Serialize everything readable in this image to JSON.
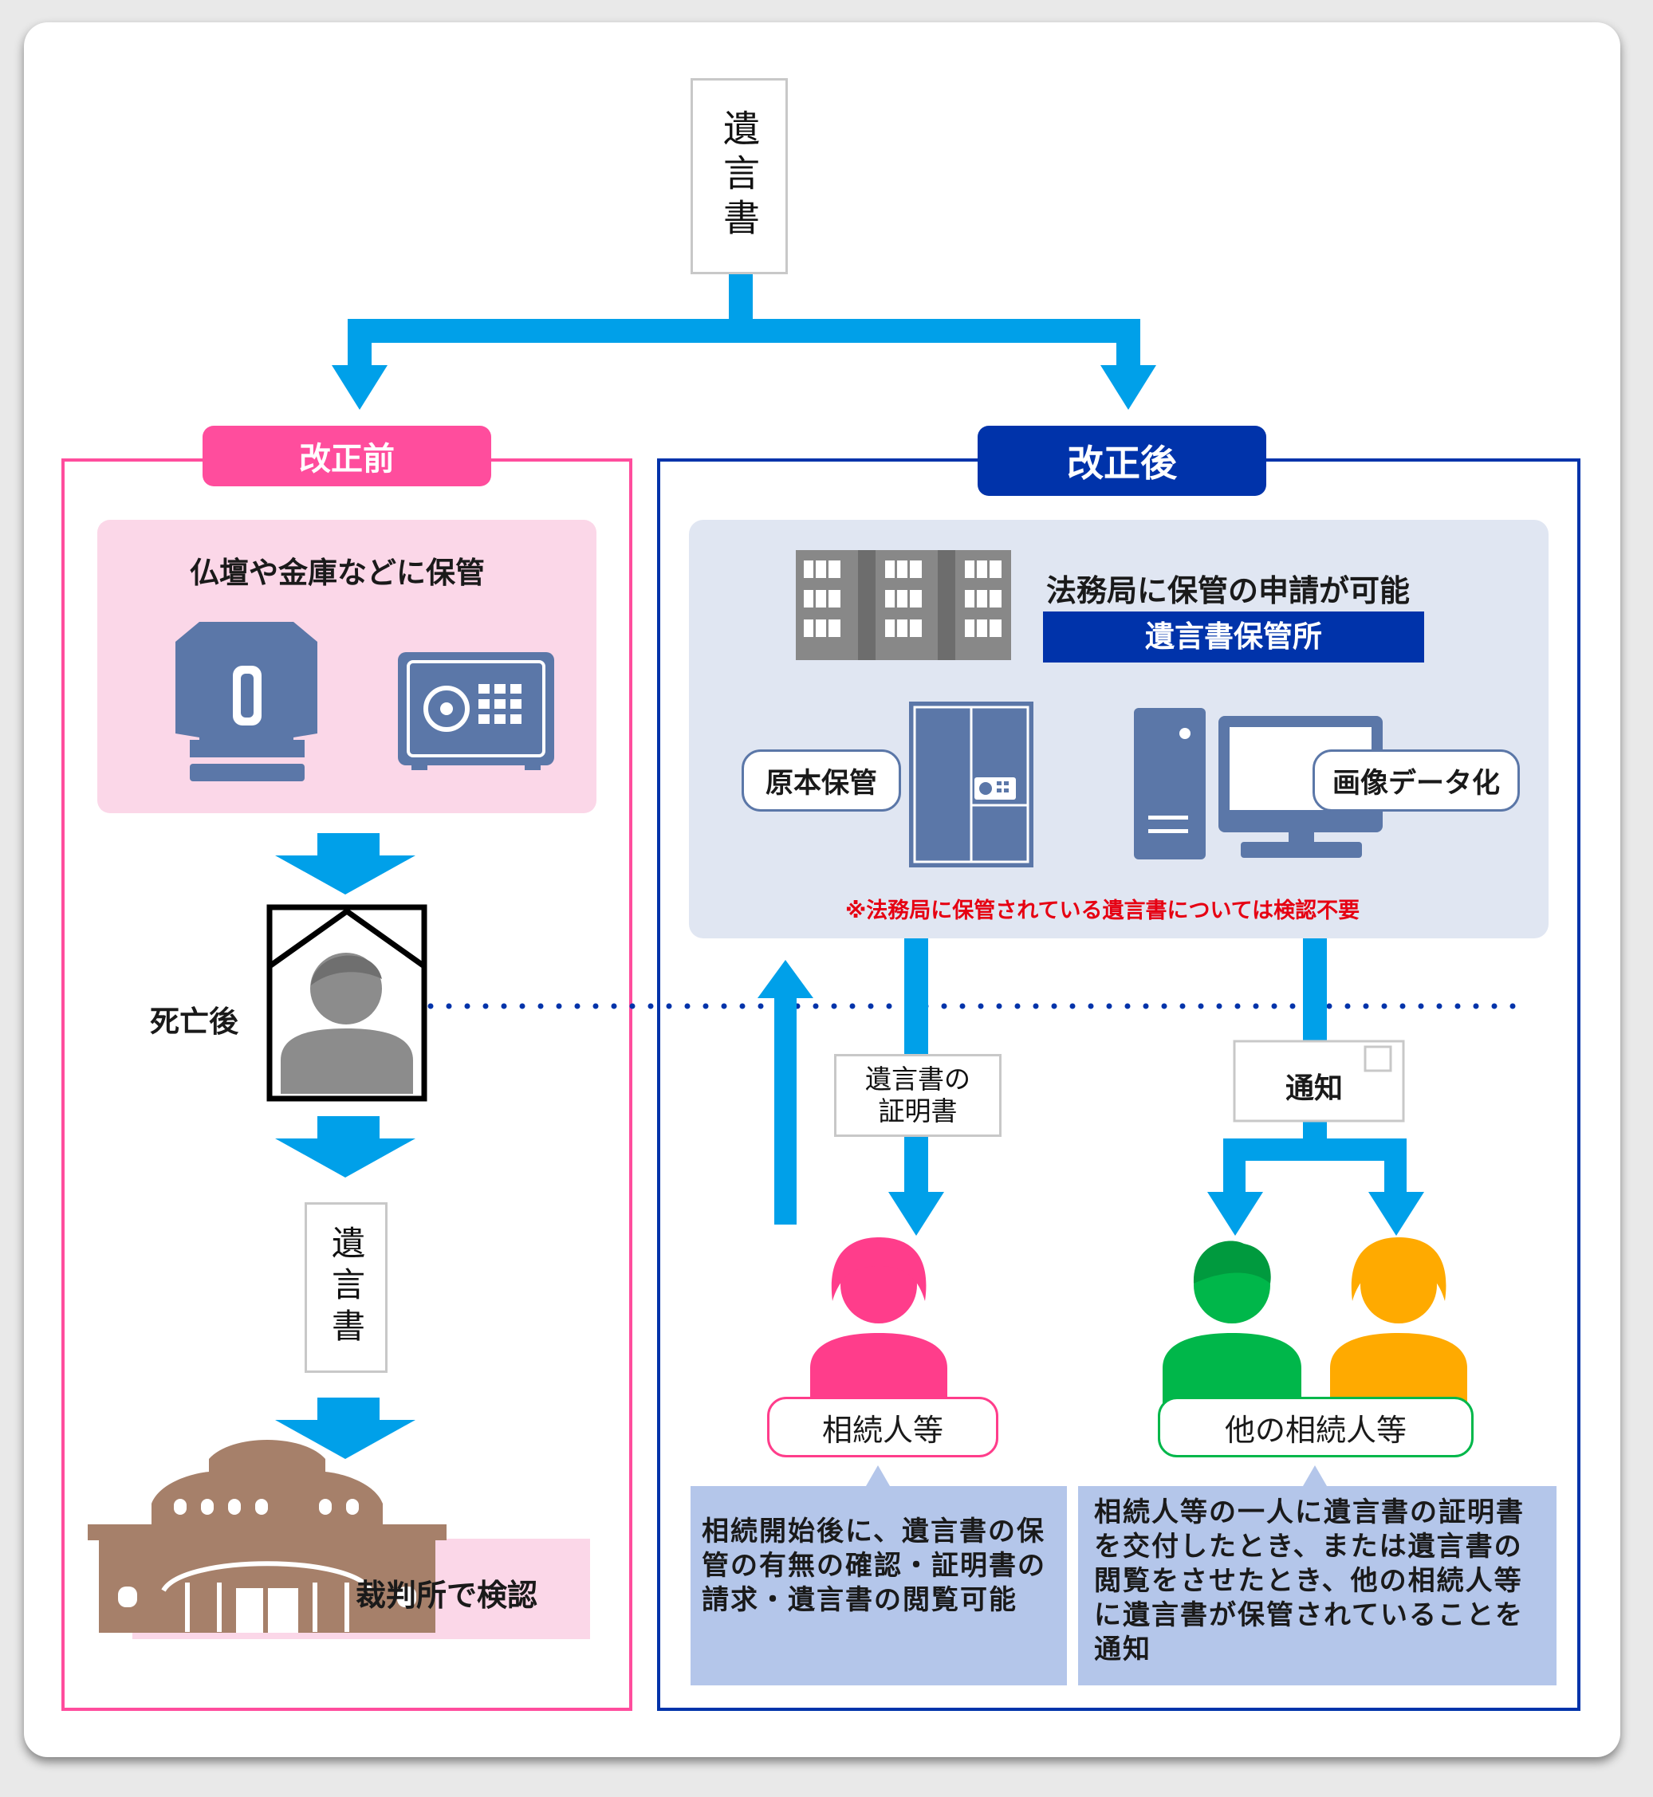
{
  "top_scroll": "遺言書",
  "before": {
    "label": "改正前",
    "storage_title": "仏壇や金庫などに保管",
    "death_label": "死亡後",
    "scroll": "遺言書",
    "court_label": "裁判所で検認"
  },
  "after": {
    "label": "改正後",
    "apply_title": "法務局に保管の申請が可能",
    "office_label": "遺言書保管所",
    "original_tag": "原本保管",
    "digitize_tag": "画像データ化",
    "note": "※法務局に保管されている遺言書については検認不要",
    "certificate": "遺言書の\n証明書",
    "notice": "通知",
    "heir_label": "相続人等",
    "other_heirs_label": "他の相続人等",
    "heir_desc": "相続開始後に、遺言書の保管の有無の確認・証明書の請求・遺言書の閲覧可能",
    "other_desc": "相続人等の一人に遺言書の証明書を交付したとき、または遺言書の閲覧をさせたとき、他の相続人等に遺言書が保管されていることを通知"
  },
  "colors": {
    "arrow": "#00a0e9",
    "pink": "#ff4d9d",
    "navy": "#0033aa",
    "icon_blue": "#5b77a8",
    "red_note": "#e60012",
    "heir_pink": "#ff3d8b",
    "heir_green": "#00b74a",
    "heir_orange": "#ffaa00",
    "court_brown": "#a6806a"
  }
}
